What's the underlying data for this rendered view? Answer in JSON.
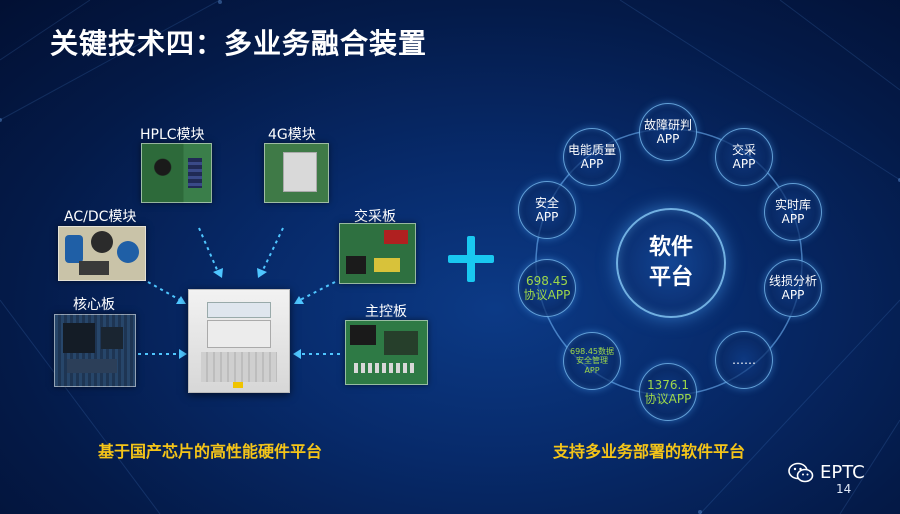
{
  "title": "关键技术四：多业务融合装置",
  "hardware": {
    "labels": {
      "hplc": "HPLC模块",
      "g4": "4G模块",
      "acdc": "AC/DC模块",
      "jiaocai": "交采板",
      "core": "核心板",
      "zhukong": "主控板"
    },
    "caption": "基于国产芯片的高性能硬件平台"
  },
  "software": {
    "center_line1": "软件",
    "center_line2": "平台",
    "nodes": [
      {
        "line1": "故障研判",
        "line2": "APP",
        "green": false
      },
      {
        "line1": "交采",
        "line2": "APP",
        "green": false
      },
      {
        "line1": "实时库",
        "line2": "APP",
        "green": false
      },
      {
        "line1": "线损分析",
        "line2": "APP",
        "green": false
      },
      {
        "line1": "……",
        "line2": "",
        "green": false
      },
      {
        "line1": "1376.1",
        "line2": "协议APP",
        "green": true
      },
      {
        "line1": "698.45数据",
        "line2": "安全管理",
        "line3": "APP",
        "green": true
      },
      {
        "line1": "698.45",
        "line2": "协议APP",
        "green": true
      },
      {
        "line1": "安全",
        "line2": "APP",
        "green": false
      },
      {
        "line1": "电能质量",
        "line2": "APP",
        "green": false
      }
    ],
    "caption": "支持多业务部署的软件平台"
  },
  "footer": {
    "brand": "EPTC",
    "page_number": "14",
    "logo_icon": "wechat-icon"
  },
  "colors": {
    "caption": "#f5c518",
    "plus": "#19c8f0",
    "green_text": "#9ed84a"
  }
}
